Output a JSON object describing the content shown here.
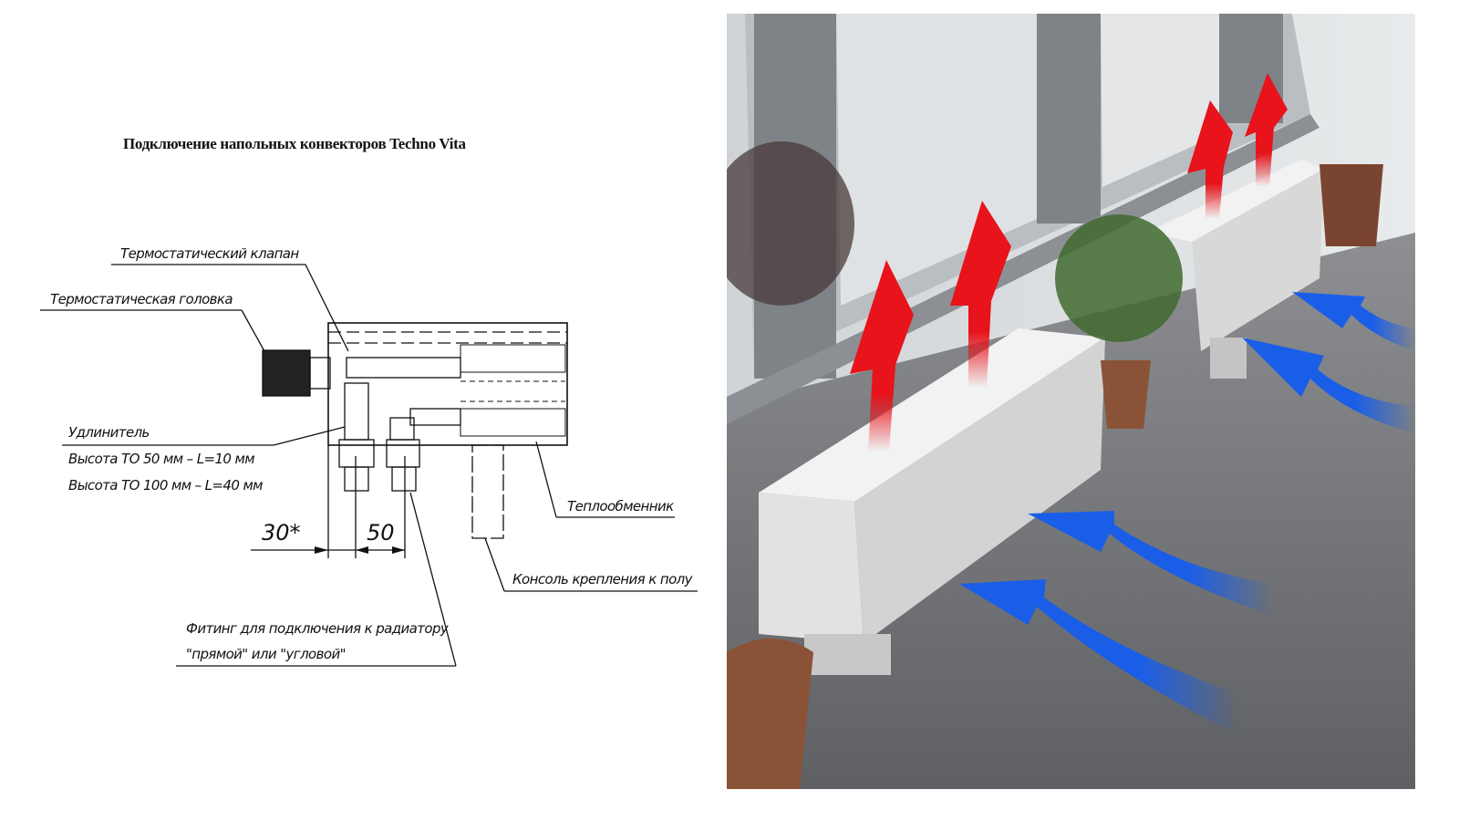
{
  "diagram": {
    "title": "Подключение напольных конвекторов  Techno  Vita",
    "labels": {
      "thermostatic_valve": "Термостатический клапан",
      "thermostatic_head": "Термостатическая головка",
      "extender": "Удлинитель",
      "extender_line1": "Высота ТО 50 мм – L=10 мм",
      "extender_line2": "Высота ТО 100 мм – L=40 мм",
      "heat_exchanger": "Теплообменник",
      "floor_bracket": "Консоль крепления к полу",
      "fitting_line1": "Фитинг для подключения к радиатору",
      "fitting_line2": "\"прямой\" или \"угловой\""
    },
    "dimensions": {
      "left": "30*",
      "right": "50"
    }
  },
  "photo": {
    "colors": {
      "warm_air": "#e8131b",
      "cold_air": "#1a5ee8"
    }
  }
}
